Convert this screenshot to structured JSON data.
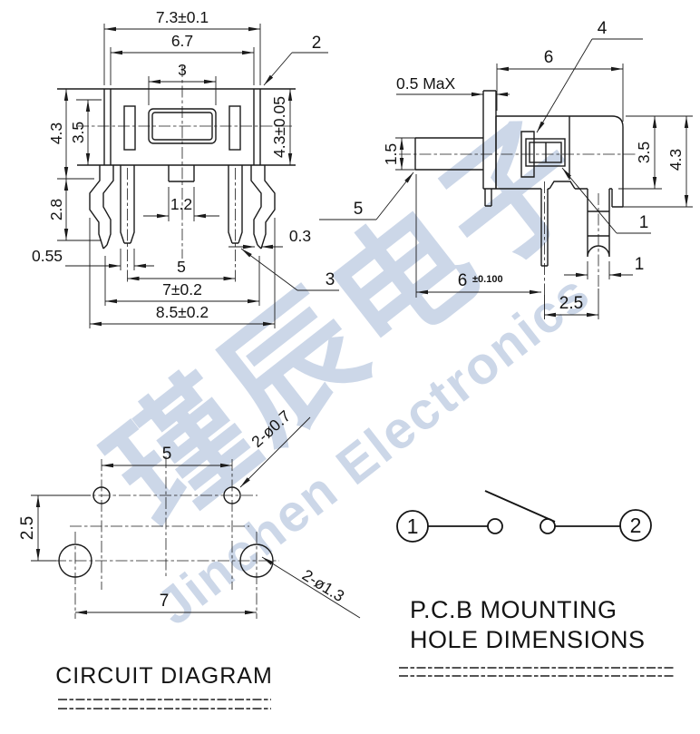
{
  "watermark": {
    "cn_text": "瑾辰电子",
    "en_text": "Jinchen Electronics",
    "color": "#ccd7e8"
  },
  "front_view": {
    "callout_2": "2",
    "callout_3": "3",
    "dim_width_flange": "7.3±0.1",
    "dim_width_body": "6.7",
    "dim_width_button": "3",
    "dim_height_body": "4.3",
    "dim_height_inner": "3.5",
    "dim_height_right": "4.3±0.05",
    "dim_leg_length": "2.8",
    "dim_center_boss": "1.2",
    "dim_pin_width": "0.55",
    "dim_pin_pitch": "5",
    "dim_bracket_pitch": "7±0.2",
    "dim_overall_width": "8.5±0.2",
    "dim_bracket_tip": "0.3"
  },
  "side_view": {
    "callout_1": "1",
    "callout_4": "4",
    "callout_5": "5",
    "dim_body_depth": "6",
    "dim_flange_thickness": "0.5 MaX",
    "dim_plunger_height": "1.5",
    "dim_height_inner": "3.5",
    "dim_height_total": "4.3",
    "dim_pin_to_face": "6",
    "dim_pin_to_face_tol": "±0.100",
    "dim_pin_pitch": "2.5",
    "dim_terminal_width": "1"
  },
  "pcb_layout": {
    "dim_hole_pitch_top": "5",
    "dim_row_pitch": "2.5",
    "dim_hole_pitch_bottom": "7",
    "callout_small_holes": "2-ø0.7",
    "callout_large_holes": "2-ø1.3",
    "caption": "CIRCUIT DIAGRAM"
  },
  "schematic": {
    "terminal_1": "1",
    "terminal_2": "2",
    "caption_line1": "P.C.B MOUNTING",
    "caption_line2": "HOLE DIMENSIONS"
  }
}
